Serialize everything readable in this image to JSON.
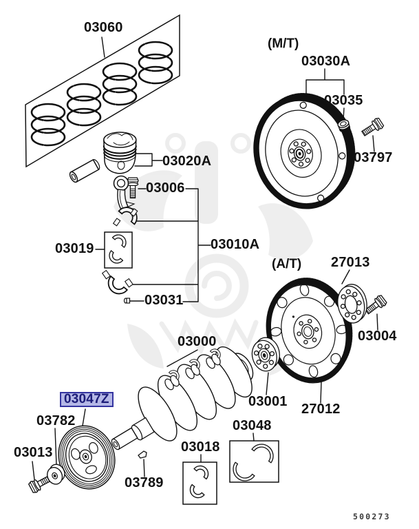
{
  "annotations": {
    "manual_transmission": "(M/T)",
    "automatic_transmission": "(A/T)"
  },
  "parts": {
    "p03060": {
      "label": "03060"
    },
    "p03030a": {
      "label": "03030A"
    },
    "p03035": {
      "label": "03035"
    },
    "p03797": {
      "label": "03797"
    },
    "p03020a": {
      "label": "03020A"
    },
    "p03006": {
      "label": "03006"
    },
    "p03019": {
      "label": "03019"
    },
    "p03010a": {
      "label": "03010A"
    },
    "p03031": {
      "label": "03031"
    },
    "p27013": {
      "label": "27013"
    },
    "p03004": {
      "label": "03004"
    },
    "p03000": {
      "label": "03000"
    },
    "p03001": {
      "label": "03001"
    },
    "p27012": {
      "label": "27012"
    },
    "p03047z": {
      "label": "03047Z",
      "highlighted": true
    },
    "p03782": {
      "label": "03782"
    },
    "p03013": {
      "label": "03013"
    },
    "p03789": {
      "label": "03789"
    },
    "p03018": {
      "label": "03018"
    },
    "p03048": {
      "label": "03048"
    }
  },
  "footer": {
    "diagram_number": "500273"
  },
  "theme": {
    "highlight-bg": "#b4b7e6",
    "highlight-border": "#3434a0",
    "highlight-text": "#1c1c78",
    "ink": "#111111",
    "paper": "#ffffff",
    "footer-ink": "#3a3a3a"
  }
}
